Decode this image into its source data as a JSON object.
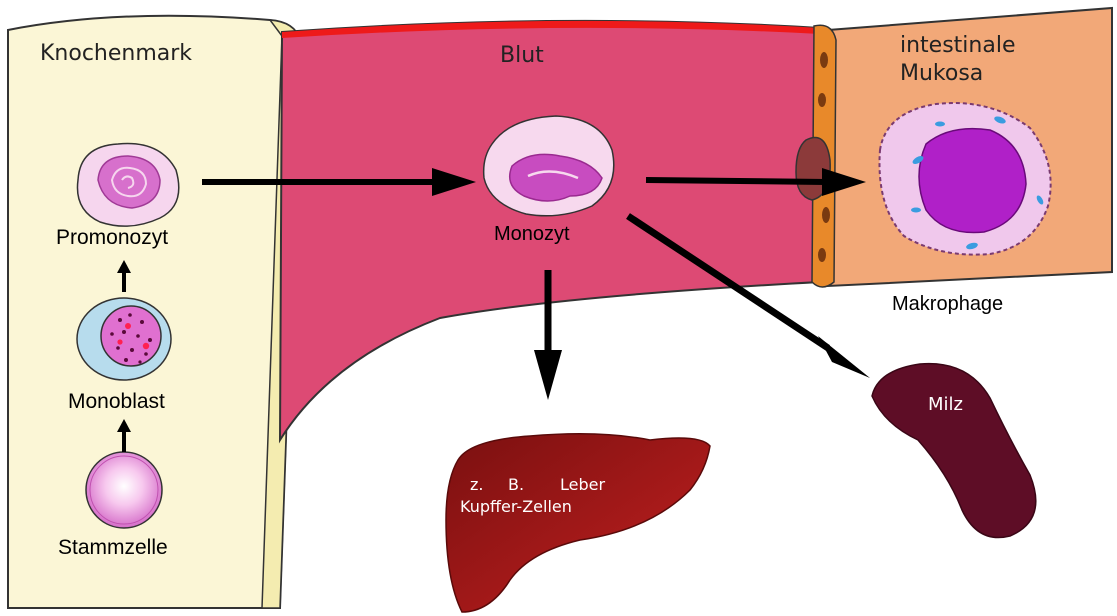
{
  "labels": {
    "knochenmark": "Knochenmark",
    "blut": "Blut",
    "mukosa_line1": "intestinale",
    "mukosa_line2": "Mukosa",
    "promonozyt": "Promonozyt",
    "monoblast": "Monoblast",
    "stammzelle": "Stammzelle",
    "monozyt": "Monozyt",
    "makrophage": "Makrophage",
    "milz": "Milz",
    "leber_line1_a": "z.",
    "leber_line1_b": "B.",
    "leber_line1_c": "Leber",
    "leber_line2": "Kupffer-Zellen"
  },
  "colors": {
    "bone_marrow": "#fbf6d6",
    "bone_edge": "#f4ecb0",
    "blood": "#dd4a74",
    "blood_top": "#ee1a1a",
    "mucosa": "#f2a878",
    "liver": "#a01818",
    "spleen": "#5e0d26",
    "vessel_wall": "#e8892a",
    "arrow": "#000000"
  }
}
